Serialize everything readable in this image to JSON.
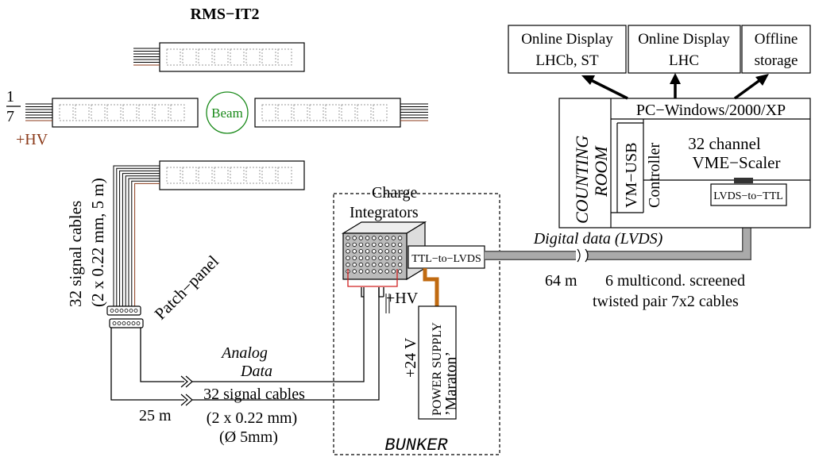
{
  "detector": {
    "title": "RMS−IT2",
    "beam_label": "Beam",
    "scale_top": "1",
    "scale_bottom": "7",
    "hv_label": "+HV"
  },
  "cables": {
    "signal_vertical_line1": "32 signal cables",
    "signal_vertical_line2": "(2 x 0.22 mm, 5 m)",
    "patch_panel": "Patch−panel",
    "analog_line1": "Analog",
    "analog_line2": "Data",
    "signal_line1": "32 signal cables",
    "signal_line2": "(2 x 0.22 mm)",
    "signal_line3": "(Ø 5mm)",
    "length_25": "25 m",
    "length_64": "64 m",
    "multicond_line1": "6 multicond. screened",
    "multicond_line2": "twisted pair 7x2 cables",
    "digital_data": "Digital data (LVDS)"
  },
  "bunker": {
    "label": "BUNKER",
    "charge_line1": "Charge",
    "charge_line2": "Integrators",
    "ttl_to_lvds": "TTL−to−LVDS",
    "hv_label": "+HV",
    "psu_volt": "+24 V",
    "psu_line1": "POWER SUPPLY",
    "psu_line2": "’Maraton’"
  },
  "counting_room": {
    "label_line1": "COUNTING",
    "label_line2": "ROOM",
    "pc_label": "PC−Windows/2000/XP",
    "vm_line1": "VM−USB",
    "vm_line2": "Controller",
    "scaler_line1": "32 channel",
    "scaler_line2": "VME−Scaler",
    "lvds_to_ttl": "LVDS−to−TTL"
  },
  "displays": {
    "online1_line1": "Online Display",
    "online1_line2": "LHCb, ST",
    "online2_line1": "Online Display",
    "online2_line2": "LHC",
    "offline_line1": "Offline",
    "offline_line2": "storage"
  },
  "colors": {
    "line": "#000000",
    "hv": "#8b3a1a",
    "beam": "#1a8a1a",
    "digital_cable": "#999999",
    "power_cable": "#c06a10",
    "wire_red": "#d02020",
    "module_grey": "#bbbbbb"
  }
}
